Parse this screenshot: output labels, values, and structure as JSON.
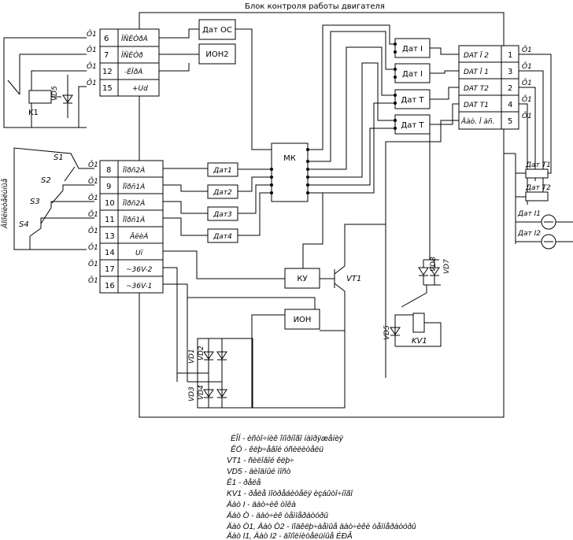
{
  "title": "Блок контроля работы двигателя",
  "blocks": {
    "dat_os": "Дат ОС",
    "ion2": "ИОН2",
    "mk": "МК",
    "ku": "КУ",
    "ion": "ИОН",
    "vt1": "VT1",
    "k1": "K1",
    "kv1": "KV1",
    "vd5_left": "VD5",
    "vd5_right": "VD5",
    "vd7": "VD7",
    "vd8": "VD8",
    "vd1": "VD1",
    "vd2": "VD2",
    "vd3": "VD3",
    "vd4": "VD4"
  },
  "left_top_connector": {
    "pins": [
      "6",
      "7",
      "12",
      "15"
    ],
    "labels": [
      "ÎÑÈÒðÀ",
      "ÎÑÈÒð",
      "-ÈÎðÀ",
      "+Ud"
    ],
    "x_marks": [
      "Õ1",
      "Õ1",
      "Õ1",
      "Õ1"
    ]
  },
  "left_bottom_connector": {
    "pins": [
      "8",
      "9",
      "10",
      "11",
      "13",
      "14",
      "17",
      "16"
    ],
    "labels": [
      "Ïîðñ2À",
      "Ïîðñ1À",
      "Ïîðñ2À",
      "Ïîðñ1À",
      "ÄëèÀ",
      "Uï",
      "~36V-2",
      "~36V-1"
    ],
    "x_marks": [
      "Õ1",
      "Õ1",
      "Õ1",
      "Õ1",
      "Õ1",
      "Õ1",
      "Õ1",
      "Õ1"
    ]
  },
  "switches": {
    "labels": [
      "S1",
      "S2",
      "S3",
      "S4"
    ],
    "side_label": "Äîïîëíèòåëüíûå"
  },
  "sensors_mid": [
    "Дат1",
    "Дат2",
    "Дат3",
    "Дат4"
  ],
  "right_sensor_boxes": [
    "Дат I",
    "Дат I",
    "Дат Т",
    "Дат Т"
  ],
  "right_connector": {
    "labels": [
      "DAT Ï 2",
      "DAT Ï 1",
      "DAT T2",
      "DAT T1",
      "Äàò. Î àñ."
    ],
    "pins": [
      "1",
      "3",
      "2",
      "4",
      "5"
    ],
    "x_marks": [
      "Õ1",
      "Õ1",
      "Õ1",
      "Õ1",
      "Õ1"
    ]
  },
  "external_sensors": [
    "Дат Т1",
    "Дат Т2",
    "Дат I1",
    "Дат I2"
  ],
  "legend": [
    "ÈÎÍ  - èñòî÷íèê îïîðíîãî íàïðÿæåíèÿ",
    "ÊÓ  - êëþ÷åâîé óñèëèòåëü",
    "VT1  - ñèëîâîé êëþ÷",
    "VD5  - äèîäíûé ìîñò",
    "Ê1  - ðåëå",
    "KV1 - ðåëå ïîòðåáèòåëÿ èçáûòî÷íîãî",
    "Äàò I - äàò÷èê òîêà",
    "Äàò Ò - äàò÷èê òåìïåðàòóðû",
    "Äàò Ò1, Äàò Ò2 - ïîäêëþ÷àåìûå äàò÷èêè òåìïåðàòóðû",
    "Äàò I1, Äàò I2 - äîïîëíèòåëüíûå ÈÐÂ"
  ]
}
